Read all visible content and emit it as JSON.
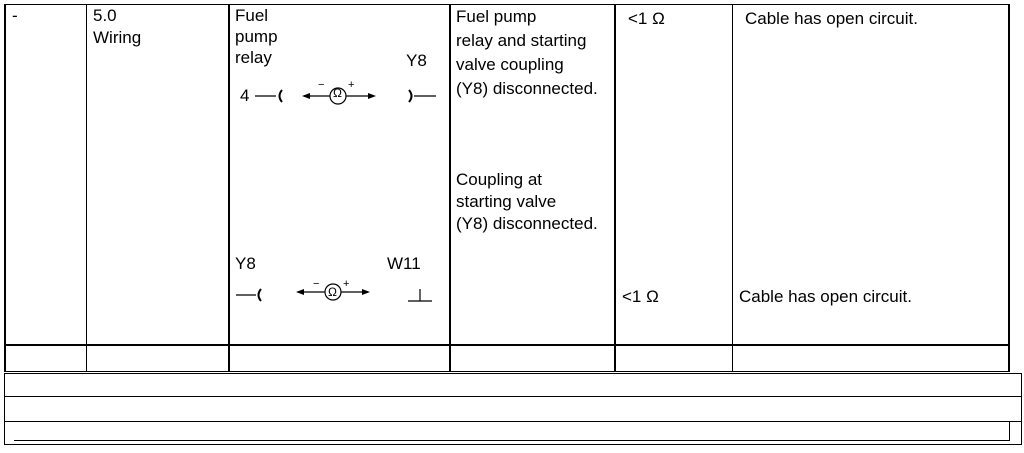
{
  "row": {
    "col1": "-",
    "col2": "5.0\nWiring",
    "col3": {
      "label": "Fuel\npump\nrelay",
      "top_right_label": "Y8",
      "pin_left": "4",
      "meter_minus": "−",
      "meter_symbol": "Ω",
      "meter_plus": "+",
      "bottom_left_label": "Y8",
      "bottom_right_label": "W11"
    },
    "col4": {
      "condition_1": "Fuel pump\nrelay and starting\nvalve coupling\n(Y8) disconnected.",
      "condition_2": "Coupling at\nstarting valve\n(Y8) disconnected."
    },
    "col5": {
      "value_1": "<1 Ω",
      "value_2": "<1 Ω"
    },
    "col6": {
      "result_1": "Cable has open circuit.",
      "result_2": "Cable has open circuit."
    }
  }
}
